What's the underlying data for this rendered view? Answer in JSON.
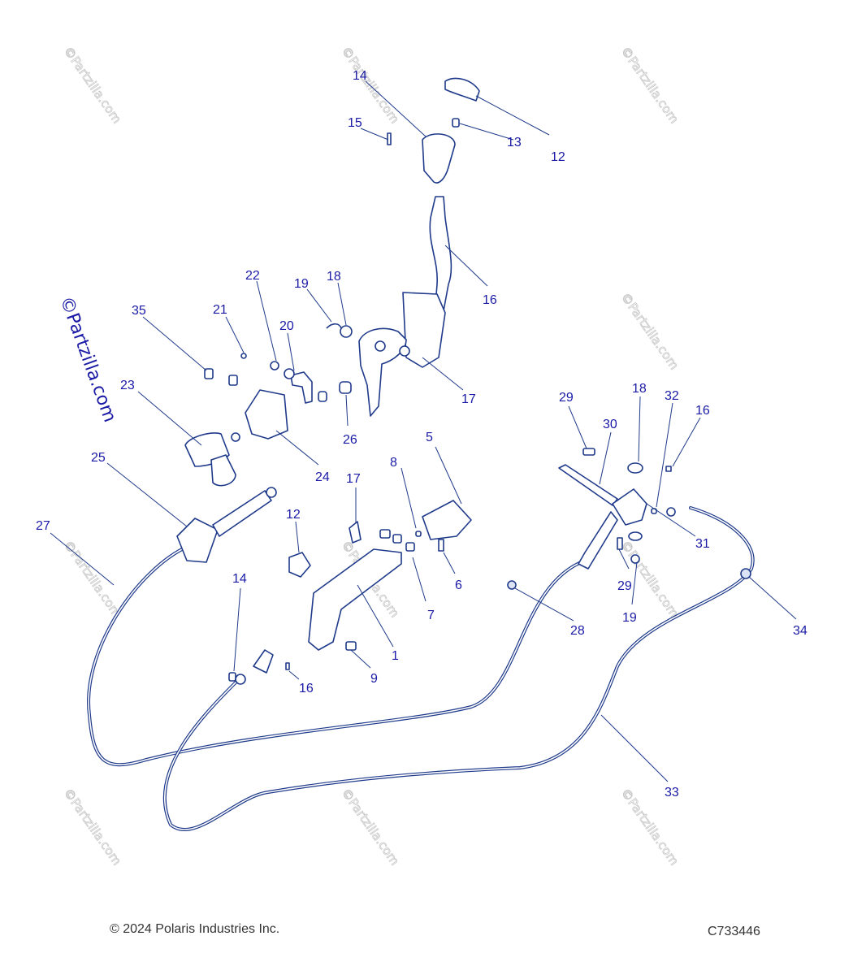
{
  "diagram": {
    "watermark_text": "©Partzilla.com",
    "brand_watermark_text": "©Partzilla.com",
    "callouts": [
      "14",
      "15",
      "13",
      "12",
      "16",
      "22",
      "19",
      "18",
      "35",
      "21",
      "20",
      "23",
      "17",
      "26",
      "24",
      "29",
      "30",
      "18",
      "32",
      "16",
      "25",
      "5",
      "8",
      "17",
      "12",
      "27",
      "31",
      "14",
      "6",
      "7",
      "29",
      "28",
      "19",
      "34",
      "1",
      "9",
      "16",
      "33"
    ]
  },
  "footer": {
    "copyright": "© 2024 Polaris Industries Inc.",
    "diagram_code": "C733446"
  }
}
